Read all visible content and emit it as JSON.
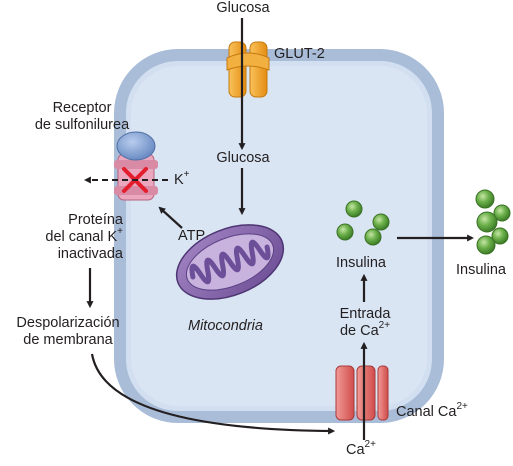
{
  "labels": {
    "glucose_outside": "Glucosa",
    "glut2": "GLUT-2",
    "glucose_inside": "Glucosa",
    "receptor_line1": "Receptor",
    "receptor_line2": "de sulfonilurea",
    "k_ion": "K",
    "k_ion_sup": "+",
    "atp": "ATP",
    "protein_line1": "Proteína",
    "protein_line2": "del canal K",
    "protein_line2_sup": "+",
    "protein_line3": "inactivada",
    "depol_line1": "Despolarización",
    "depol_line2": "de membrana",
    "mitochondria": "Mitocondria",
    "insulin_inside": "Insulina",
    "insulin_outside": "Insulina",
    "ca_entry_line1": "Entrada",
    "ca_entry_line2": "de Ca",
    "ca_entry_sup": "2+",
    "ca_channel": "Canal Ca",
    "ca_channel_sup": "2+",
    "ca_ion": "Ca",
    "ca_ion_sup": "2+"
  },
  "icons": [
    "glut2-transporter-icon",
    "sulfonylurea-receptor-icon",
    "k-channel-icon",
    "blocked-x-icon",
    "mitochondrion-icon",
    "insulin-granule-icon",
    "calcium-channel-icon"
  ],
  "colors": {
    "cell_fill": "#d2dff0",
    "cell_border": "#a9bcd8",
    "glut2": "#f4a52c",
    "receptor": "#7f9fd0",
    "k_channel": "#e89ab2",
    "block_x": "#e21d2e",
    "mitochondrion": "#8b68ad",
    "insulin": "#6cb04a",
    "ca_channel": "#e36d6b"
  }
}
